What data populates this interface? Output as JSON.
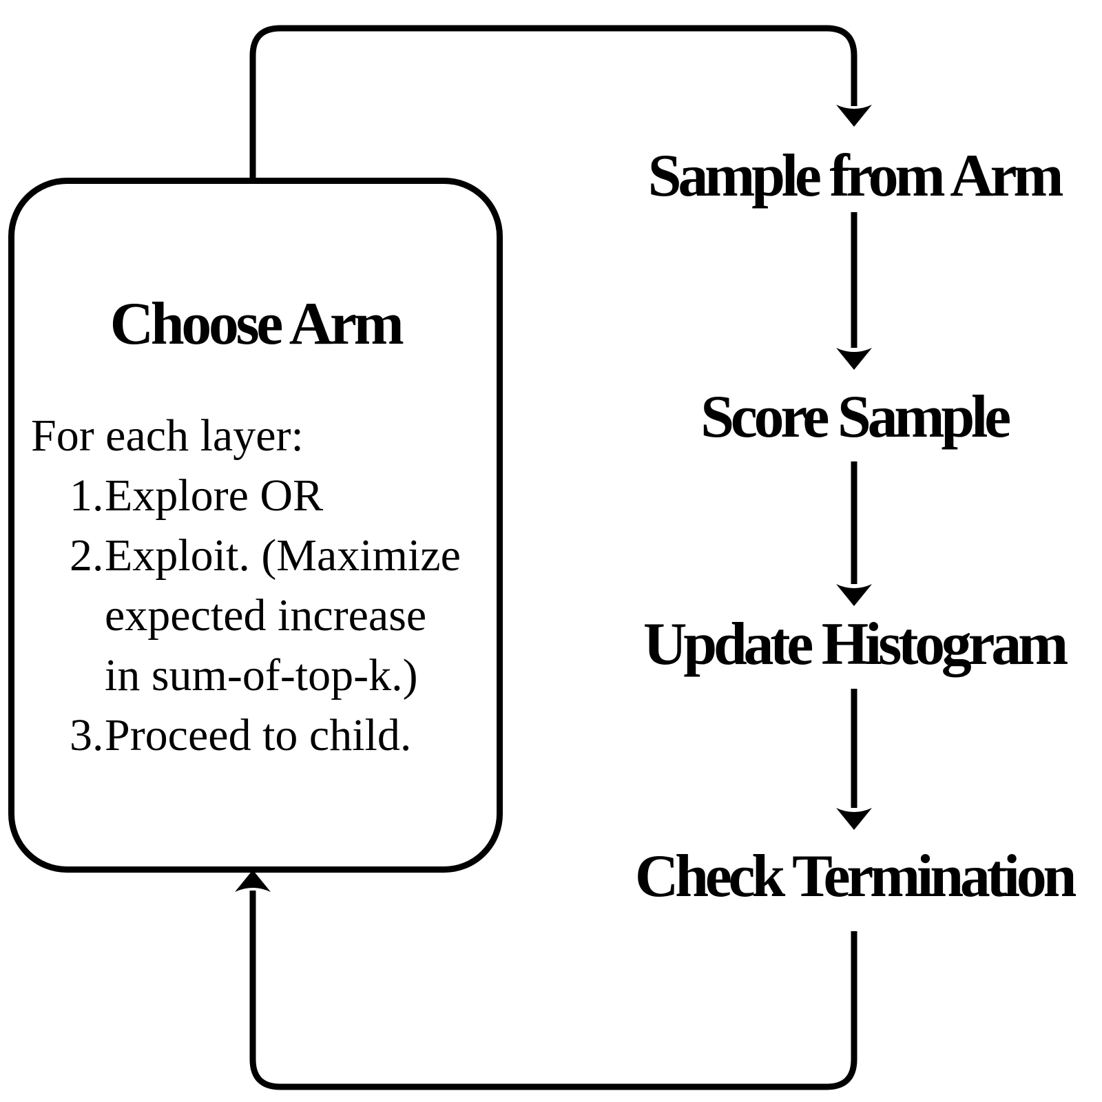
{
  "diagram": {
    "colors": {
      "background": "#ffffff",
      "line": "#000000",
      "text": "#000000"
    },
    "choose_arm_box": {
      "title": "Choose Arm",
      "intro": "For each layer:",
      "items": [
        {
          "num": "1.",
          "text": "Explore OR"
        },
        {
          "num": "2.",
          "text": "Exploit. (Maximize\nexpected increase\nin sum-of-top-k.)"
        },
        {
          "num": "3.",
          "text": "Proceed to child."
        }
      ]
    },
    "steps": [
      {
        "label": "Sample from Arm"
      },
      {
        "label": "Score Sample"
      },
      {
        "label": "Update Histogram"
      },
      {
        "label": "Check Termination"
      }
    ]
  }
}
